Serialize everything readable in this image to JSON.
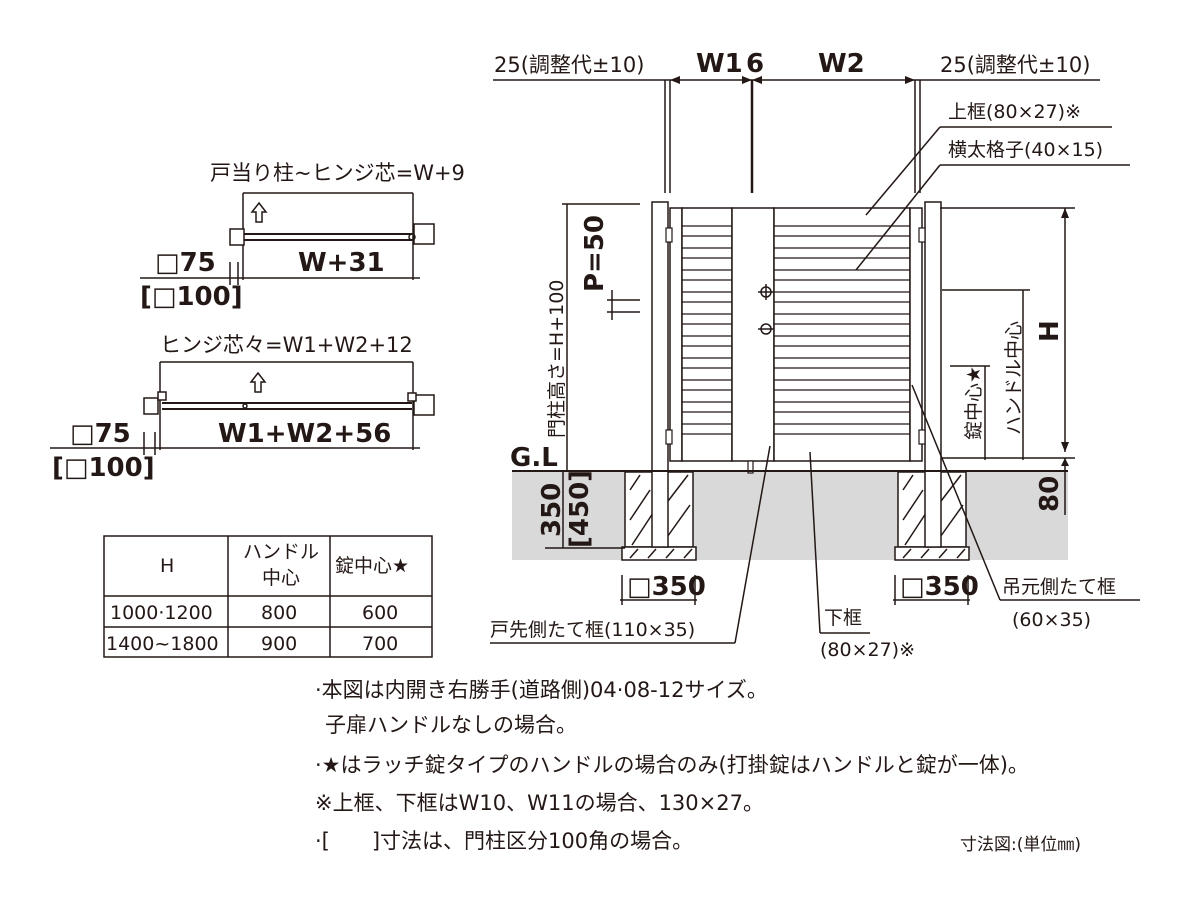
{
  "top_dims": {
    "left_allowance": "25(調整代±10)",
    "w1": "W1",
    "gap": "6",
    "w2": "W2",
    "right_allowance": "25(調整代±10)"
  },
  "plan_single": {
    "title": "戸当り柱~ヒンジ芯=W+9",
    "width": "W+31",
    "post": "□75",
    "post_alt": "[□100]"
  },
  "plan_double": {
    "title": "ヒンジ芯々=W1+W2+12",
    "width": "W1+W2+56",
    "post": "□75",
    "post_alt": "[□100]"
  },
  "elevation": {
    "pitch": "P=50",
    "post_height": "門柱高さ=H+100",
    "gl": "G.L",
    "embed": "350",
    "embed_alt": "[450]",
    "foundation_left": "□350",
    "foundation_right": "□350",
    "height": "H",
    "bottom_gap": "80",
    "handle_center": "ハンドル中心",
    "lock_center": "錠中心★"
  },
  "callouts": {
    "top_frame": "上框(80×27)※",
    "slat": "横太格子(40×15)",
    "hinge_stile": "吊元側たて框",
    "hinge_stile_size": "(60×35)",
    "bottom_frame": "下框",
    "bottom_frame_size": "(80×27)※",
    "lock_stile": "戸先側たて框(110×35)"
  },
  "table": {
    "headers": [
      "H",
      "ハンドル\n中心",
      "錠中心★"
    ],
    "header_col2_line1": "ハンドル",
    "header_col2_line2": "中心",
    "rows": [
      [
        "1000·1200",
        "800",
        "600"
      ],
      [
        "1400~1800",
        "900",
        "700"
      ]
    ]
  },
  "notes": [
    "·本図は内開き右勝手(道路側)04·08-12サイズ。",
    "子扉ハンドルなしの場合。",
    "·★はラッチ錠タイプのハンドルの場合のみ(打掛錠はハンドルと錠が一体)。",
    "※上框、下框はW10、W11の場合、130×27。",
    "·[　　]寸法は、門柱区分100角の場合。"
  ],
  "caption": "寸法図:(単位㎜)",
  "colors": {
    "ink": "#231815",
    "ground": "#d9d9d9",
    "frame_fill": "#ffffff"
  }
}
